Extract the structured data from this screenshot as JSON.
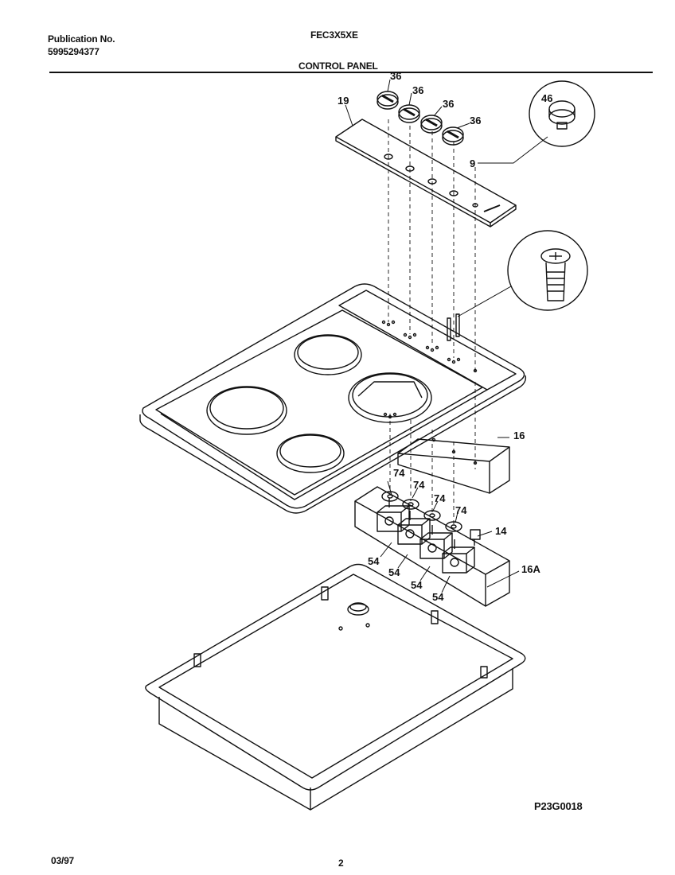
{
  "header": {
    "publication_label": "Publication No.",
    "publication_number": "5995294377",
    "model": "FEC3X5XE",
    "section": "CONTROL PANEL"
  },
  "callouts": {
    "knob_1": "36",
    "knob_2": "36",
    "knob_3": "36",
    "knob_4": "36",
    "control_panel": "19",
    "knob_detail": "46",
    "screw": "9",
    "bracket": "16",
    "washer_1": "74",
    "washer_2": "74",
    "washer_3": "74",
    "washer_4": "74",
    "indicator": "14",
    "switch_1": "54",
    "switch_2": "54",
    "switch_3": "54",
    "switch_4": "54",
    "switch_bracket": "16A"
  },
  "footer": {
    "figure_code": "P23G0018",
    "date": "03/97",
    "page": "2"
  }
}
